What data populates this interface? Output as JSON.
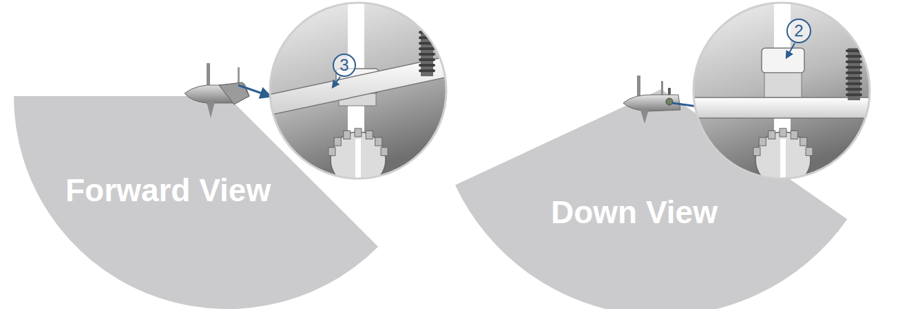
{
  "diagram": {
    "nodes": [
      {
        "text": [
          "Forward View"
        ]
      },
      {
        "text": [
          "Down View"
        ]
      }
    ],
    "labels": [
      "3",
      "2"
    ]
  }
}
